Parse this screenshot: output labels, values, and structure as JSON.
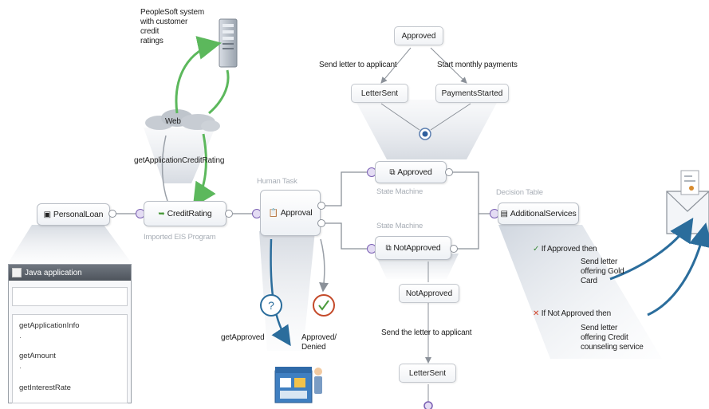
{
  "system": {
    "peoplesoft_label": [
      "PeopleSoft system",
      "with customer",
      "credit",
      "ratings"
    ],
    "web_label": "Web",
    "get_rating_op": "getApplicationCreditRating"
  },
  "nodes": {
    "personal_loan": "PersonalLoan",
    "credit_rating": "CreditRating",
    "credit_rating_caption": "Imported EIS Program",
    "approval": "Approval",
    "approval_caption": "Human Task",
    "approved": "Approved",
    "approved_caption": "State Machine",
    "not_approved": "NotApproved",
    "not_approved_caption": "State Machine",
    "additional_services": "AdditionalServices",
    "additional_services_caption": "Decision Table"
  },
  "state_machine_top": {
    "approved_state": "Approved",
    "send_letter_label": "Send letter to applicant",
    "start_payments_label": "Start monthly payments",
    "letter_sent": "LetterSent",
    "payments_started": "PaymentsStarted"
  },
  "state_machine_bottom": {
    "not_approved_state": "NotApproved",
    "send_letter_label": "Send the letter to applicant",
    "letter_sent": "LetterSent"
  },
  "human_task": {
    "get_approved": "getApproved",
    "approved_denied": [
      "Approved/",
      "Denied"
    ]
  },
  "decision_table": {
    "rule1_condition": "If Approved then",
    "rule1_action": [
      "Send letter",
      "offering Gold",
      "Card"
    ],
    "rule2_condition": "If Not Approved then",
    "rule2_action": [
      "Send letter",
      "offering Credit",
      "counseling service"
    ]
  },
  "java_panel": {
    "title": "Java application",
    "items": [
      "getApplicationInfo",
      "getAmount",
      "getInterestRate"
    ]
  },
  "colors": {
    "green_arrow": "#5cb85c",
    "blue_arrow": "#2b6d9c",
    "interface_port": "#7a5fb3",
    "muted_caption": "#a8aeb6"
  }
}
